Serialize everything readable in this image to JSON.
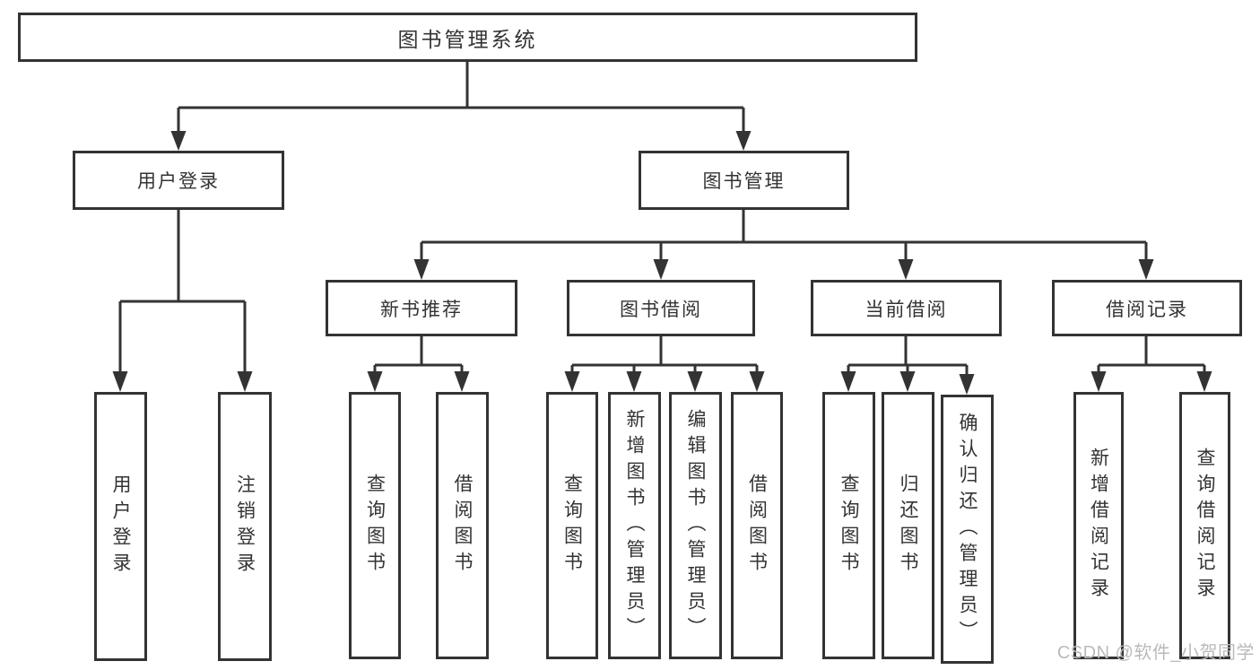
{
  "diagram": {
    "root": {
      "label": "图书管理系统"
    },
    "branches": [
      {
        "label": "用户登录",
        "children": [
          {
            "label": "用户登录"
          },
          {
            "label": "注销登录"
          }
        ]
      },
      {
        "label": "图书管理",
        "children": [
          {
            "label": "新书推荐",
            "children": [
              {
                "label": "查询图书"
              },
              {
                "label": "借阅图书"
              }
            ]
          },
          {
            "label": "图书借阅",
            "children": [
              {
                "label": "查询图书"
              },
              {
                "label": "新增图书（管理员）"
              },
              {
                "label": "编辑图书（管理员）"
              },
              {
                "label": "借阅图书"
              }
            ]
          },
          {
            "label": "当前借阅",
            "children": [
              {
                "label": "查询图书"
              },
              {
                "label": "归还图书"
              },
              {
                "label": "确认归还（管理员）"
              }
            ]
          },
          {
            "label": "借阅记录",
            "children": [
              {
                "label": "新增借阅记录"
              },
              {
                "label": "查询借阅记录"
              }
            ]
          }
        ]
      }
    ]
  },
  "watermark": {
    "text": "CSDN @软件_小贺同学"
  },
  "colors": {
    "line": "#333333",
    "text": "#333333",
    "watermark": "#b9babc",
    "background": "#ffffff"
  }
}
